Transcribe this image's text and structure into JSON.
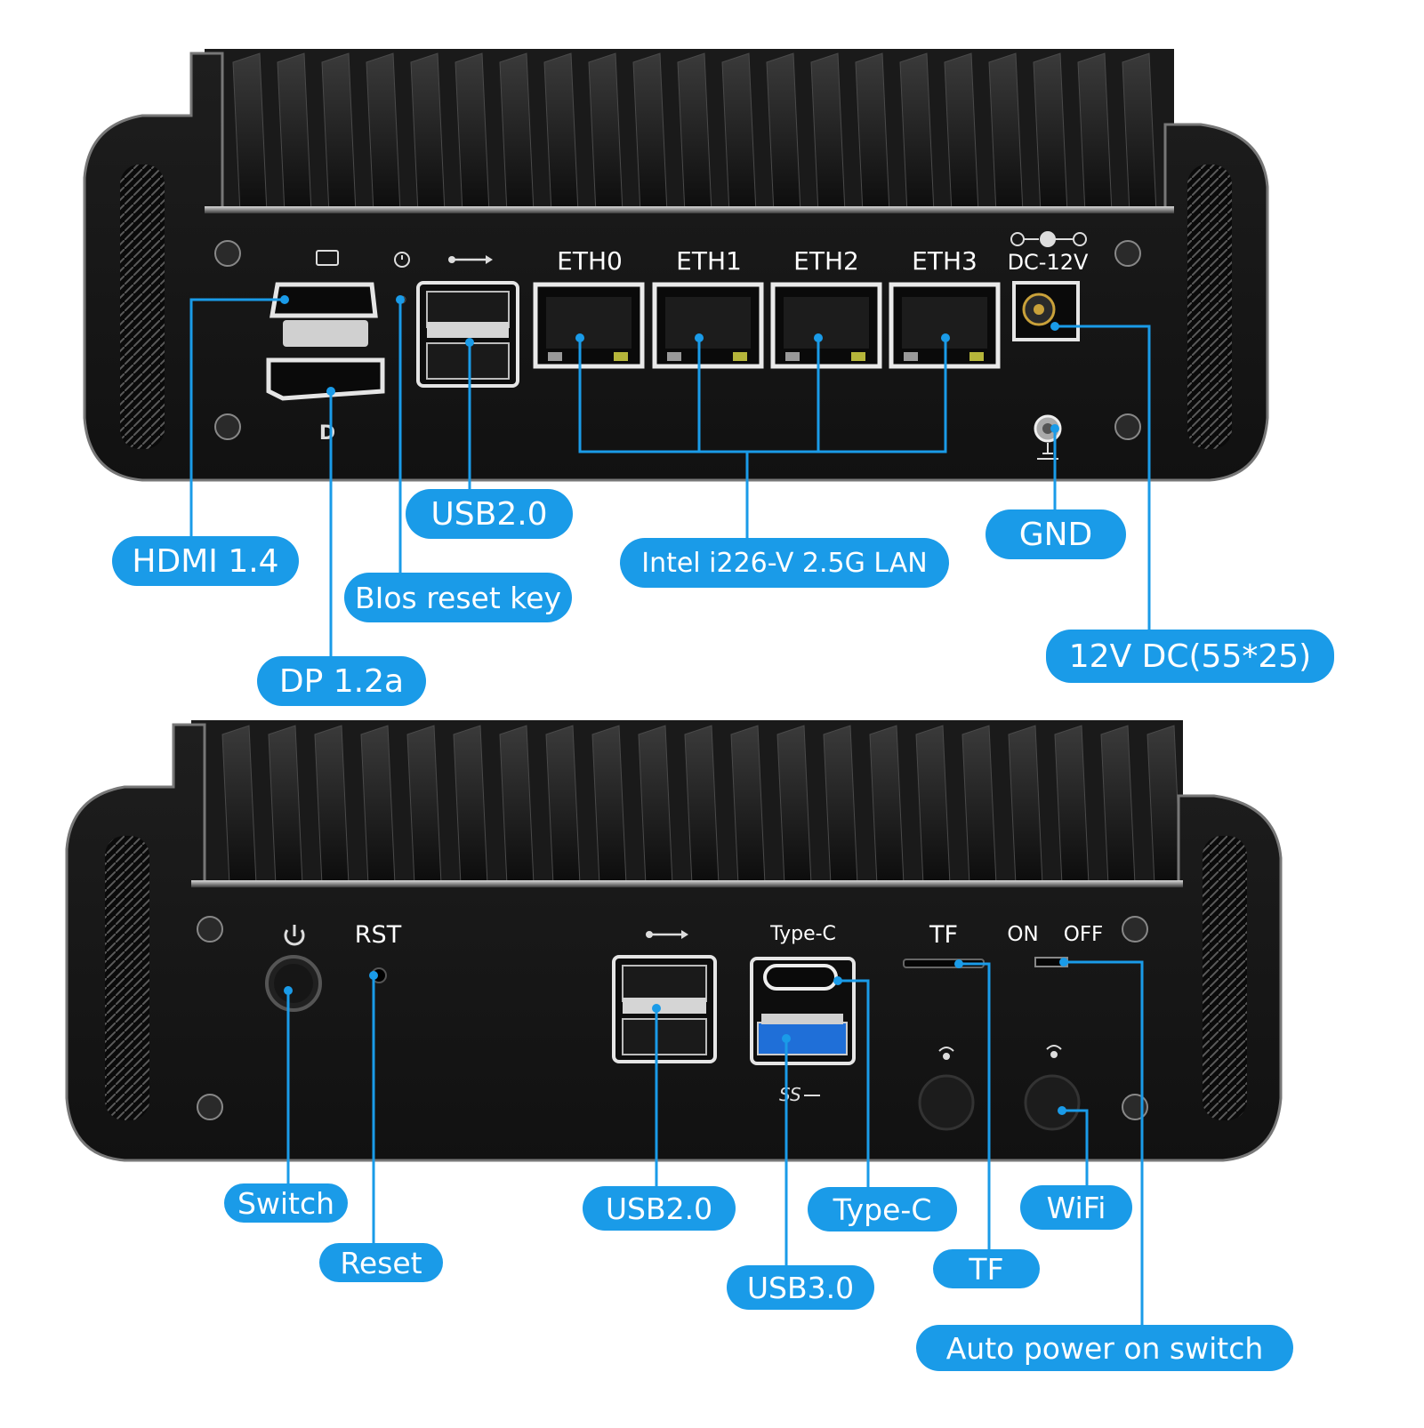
{
  "top_unit": {
    "port_labels": {
      "eth0": "ETH0",
      "eth1": "ETH1",
      "eth2": "ETH2",
      "eth3": "ETH3",
      "dc": "DC-12V"
    },
    "callouts": {
      "hdmi": "HDMI 1.4",
      "dp": "DP 1.2a",
      "bios": "BIos reset key",
      "usb2": "USB2.0",
      "lan": "Intel i226-V 2.5G LAN",
      "gnd": "GND",
      "dc": "12V DC(55*25)"
    }
  },
  "bottom_unit": {
    "port_labels": {
      "rst": "RST",
      "typec": "Type-C",
      "tf": "TF",
      "on": "ON",
      "off": "OFF"
    },
    "callouts": {
      "switch": "Switch",
      "reset": "Reset",
      "usb2": "USB2.0",
      "usb3": "USB3.0",
      "typec": "Type-C",
      "tf": "TF",
      "wifi": "WiFi",
      "auto_power": "Auto power on switch"
    }
  },
  "colors": {
    "callout_blue": "#1a9be8",
    "chassis": "#141414",
    "background": "#ffffff"
  }
}
